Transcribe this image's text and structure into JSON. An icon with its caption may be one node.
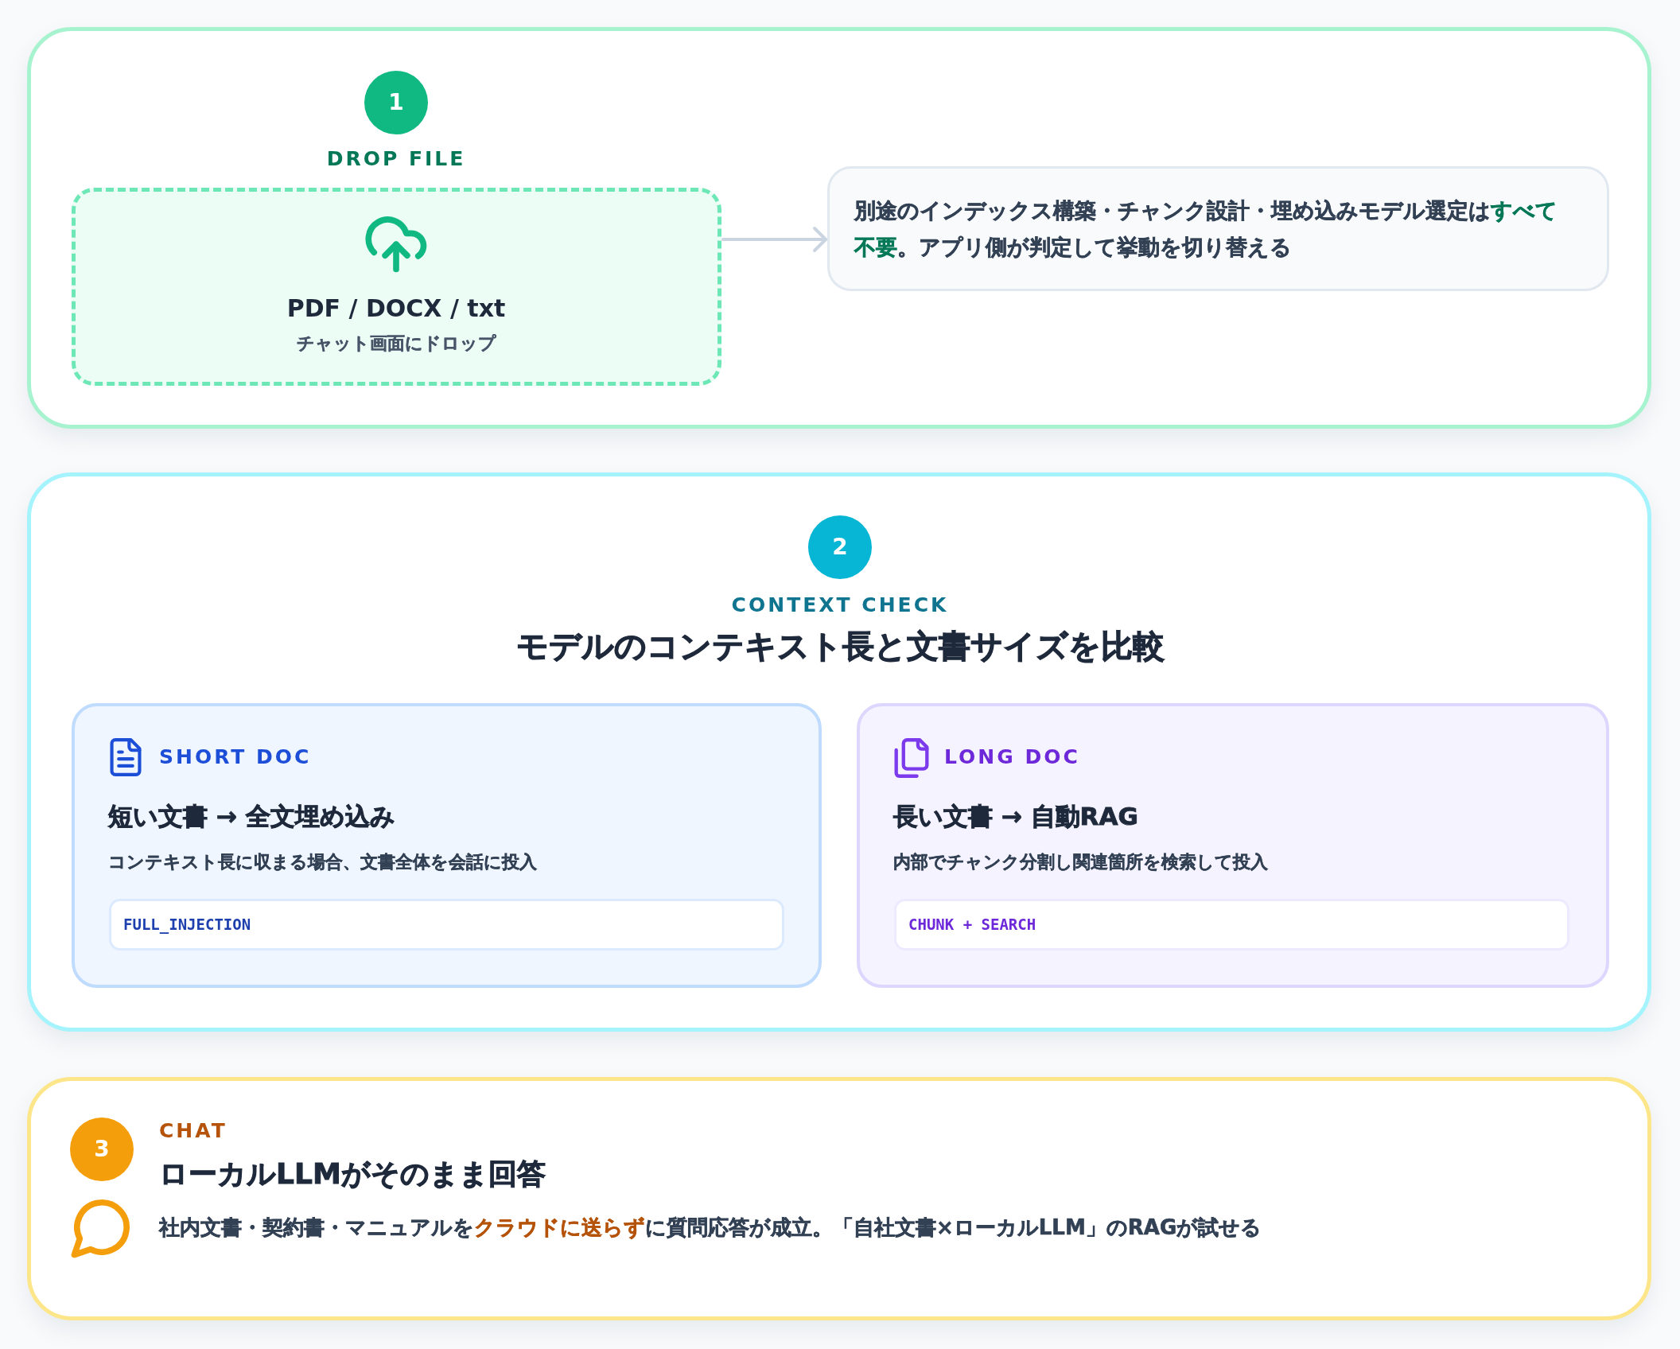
{
  "diagram": {
    "nodes": [
      {
        "text": [
          "DROP FILE"
        ]
      },
      {
        "text": [
          "1"
        ],
        "in": 0
      },
      {
        "text": [
          "PDF / DOCX / txt",
          "チャット画面にドロップ"
        ],
        "in": 0
      },
      {
        "text": [
          "別途のインデックス構築・チャンク設計・埋め込みモデル選定は**すべて不要**。アプリ側が判定して挙動を切り替える"
        ],
        "in": 0
      },
      {
        "text": [
          "CONTEXT CHECK",
          "モデルのコンテキスト長と文書サイズを比較"
        ]
      },
      {
        "text": [
          "2"
        ],
        "in": 4
      },
      {
        "text": [
          "SHORT DOC",
          "短い文書 → 全文埋め込み",
          "コンテキスト長に収まる場合、文書全体を会話に投入"
        ],
        "in": 4
      },
      {
        "text": [
          "FULL_INJECTION"
        ],
        "in": 6
      },
      {
        "text": [
          "LONG DOC",
          "長い文書 → 自動RAG",
          "内部でチャンク分割し関連箇所を検索して投入"
        ],
        "in": 4
      },
      {
        "text": [
          "CHUNK + SEARCH"
        ],
        "in": 8
      },
      {
        "text": [
          "CHAT",
          "ローカルLLMがそのまま回答",
          "社内文書・契約書・マニュアルを**クラウドに送らず**に質問応答が成立。「自社文書×ローカルLLM」のRAGが試せる"
        ]
      },
      {
        "text": [
          "3"
        ],
        "in": 10
      }
    ],
    "edges": [
      {
        "from": 2,
        "to": 3,
        "arrow": "to"
      }
    ]
  }
}
